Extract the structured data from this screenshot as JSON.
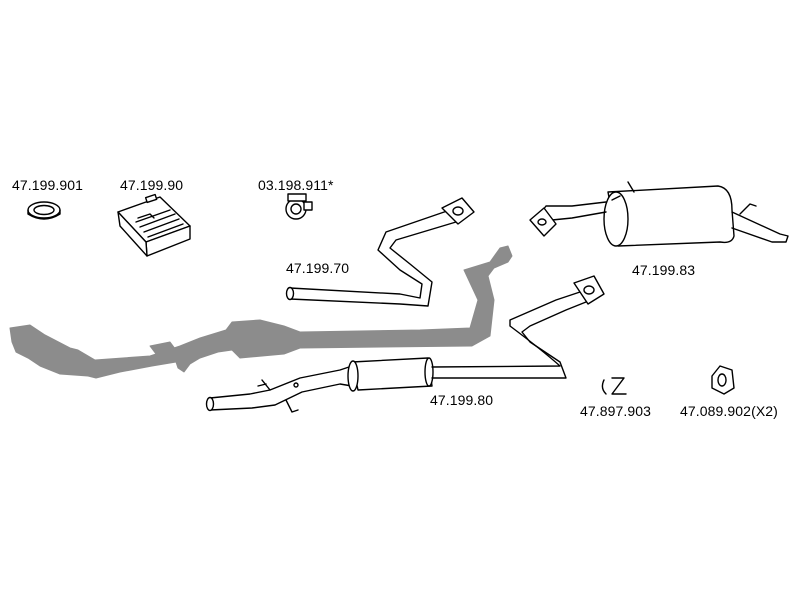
{
  "parts": {
    "gasket": "47.199.901",
    "fitting_kit": "47.199.90",
    "clamp": "03.198.911*",
    "front_pipe": "47.199.70",
    "rear_silencer": "47.199.83",
    "centre_silencer": "47.199.80",
    "rubber_strip": "47.897.903",
    "rubber_mount": "47.089.902(X2)"
  },
  "colors": {
    "line": "#000000",
    "non_supplied_parts": "#8c8c8c",
    "background": "#ffffff"
  }
}
